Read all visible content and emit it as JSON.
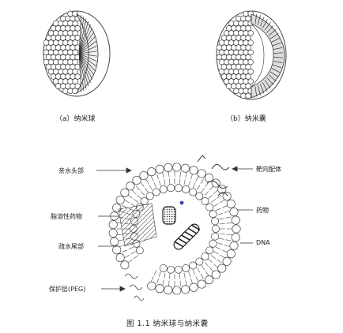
{
  "panels": {
    "a": {
      "caption": "（a）纳米球"
    },
    "b": {
      "caption": "（b）纳米囊"
    }
  },
  "labels": {
    "hydrophilic_head": "亲水头部",
    "lipophilic_drug": "脂溶性药物",
    "hydrophobic_tail": "疏水尾部",
    "peg_layer": "保护层(PEG)",
    "targeting_ligand": "靶向配体",
    "drug": "药物",
    "dna": "DNA"
  },
  "figure_caption": "图 1.1  纳米球与纳米囊",
  "colors": {
    "ink": "#333333",
    "drug_dot": "#3344aa"
  }
}
